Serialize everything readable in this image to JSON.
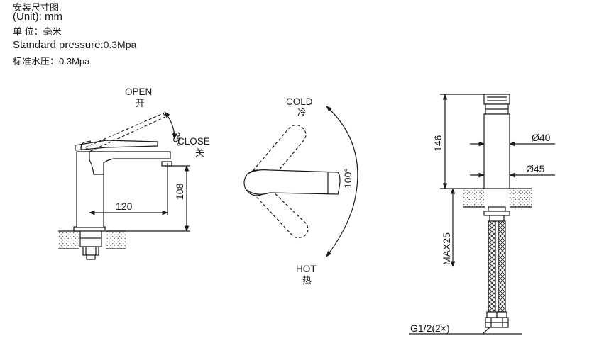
{
  "header": {
    "title_cn": "安装尺寸图:",
    "unit_en": "(Unit): mm",
    "unit_cn": "单 位：毫米",
    "pressure_en_label": "Standard pressure:",
    "pressure_en_value": "0.3Mpa",
    "pressure_cn": "标准水压：0.3Mpa"
  },
  "side_view": {
    "open_en": "OPEN",
    "open_cn": "开",
    "close_en": "CLOSE",
    "close_cn": "关",
    "angle": "25°",
    "dim_reach": "120",
    "dim_height": "108"
  },
  "top_view": {
    "cold_en": "COLD",
    "cold_cn": "冷",
    "hot_en": "HOT",
    "hot_cn": "热",
    "angle": "100°"
  },
  "front_view": {
    "dim_height": "146",
    "dim_d40": "Ø40",
    "dim_d45": "Ø45",
    "dim_max": "MAX25",
    "thread": "G1/2(2×)"
  }
}
